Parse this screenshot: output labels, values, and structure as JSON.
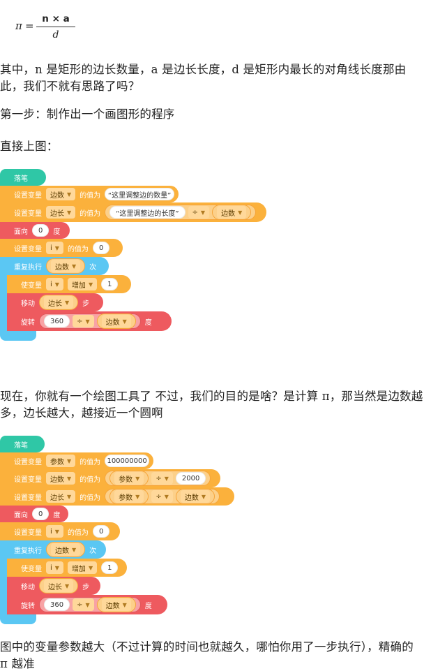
{
  "formula": {
    "lhs": "π",
    "eq": "=",
    "numerator": "n × a",
    "denominator": "d"
  },
  "paragraphs": {
    "p1": "其中，n 是矩形的边长数量，a 是边长长度，d 是矩形内最长的对角线长度那由此，我们不就有思路了吗？",
    "p2": "第一步：制作出一个画图形的程序",
    "p3": "直接上图：",
    "p4": "现在，你就有一个绘图工具了 不过，我们的目的是啥？是计算 π，那当然是边数越多，边长越大，越接近一个圆啊",
    "p5": "图中的变量参数越大（不过计算的时间也就越久，哪怕你用了一步执行），精确的 π 越准"
  },
  "script1": {
    "hat": "落笔",
    "set1": {
      "label": "设置变量",
      "var": "边数",
      "mid": "的值为",
      "value": "“这里调整边的数量”"
    },
    "set2": {
      "label": "设置变量",
      "var": "边长",
      "mid": "的值为",
      "value": "“这里调整边的长度”",
      "op": "÷",
      "var2": "边数"
    },
    "face": {
      "label": "面向",
      "value": "0",
      "unit": "度"
    },
    "set3": {
      "label": "设置变量",
      "var": "i",
      "mid": "的值为",
      "value": "0"
    },
    "repeat": {
      "label": "重复执行",
      "var": "边数",
      "unit": "次"
    },
    "inc": {
      "label": "使变量",
      "var": "i",
      "mid": "增加",
      "value": "1"
    },
    "move": {
      "label": "移动",
      "var": "边长",
      "unit": "步"
    },
    "turn": {
      "label": "旋转",
      "value": "360",
      "op": "÷",
      "var": "边数",
      "unit": "度"
    }
  },
  "script2": {
    "hat": "落笔",
    "set0": {
      "label": "设置变量",
      "var": "参数",
      "mid": "的值为",
      "value": "100000000"
    },
    "set1": {
      "label": "设置变量",
      "var": "边数",
      "mid": "的值为",
      "var2": "参数",
      "op": "÷",
      "value": "2000"
    },
    "set2": {
      "label": "设置变量",
      "var": "边长",
      "mid": "的值为",
      "var2": "参数",
      "op": "÷",
      "var3": "边数"
    },
    "face": {
      "label": "面向",
      "value": "0",
      "unit": "度"
    },
    "set3": {
      "label": "设置变量",
      "var": "i",
      "mid": "的值为",
      "value": "0"
    },
    "repeat": {
      "label": "重复执行",
      "var": "边数",
      "unit": "次"
    },
    "inc": {
      "label": "使变量",
      "var": "i",
      "mid": "增加",
      "value": "1"
    },
    "move": {
      "label": "移动",
      "var": "边长",
      "unit": "步"
    },
    "turn": {
      "label": "旋转",
      "value": "360",
      "op": "÷",
      "var": "边数",
      "unit": "度"
    }
  }
}
